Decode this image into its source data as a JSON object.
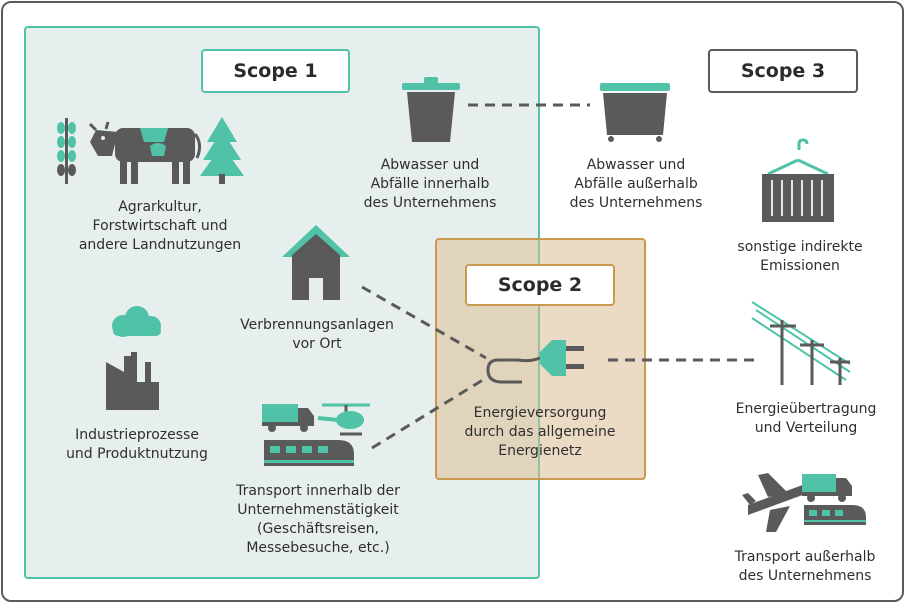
{
  "scopes": {
    "scope1": "Scope 1",
    "scope2": "Scope 2",
    "scope3": "Scope 3"
  },
  "items": {
    "agrar": "Agrarkultur,\nForstwirtschaft und\nandere Landnutzungen",
    "abwasser_innen": "Abwasser und\nAbfälle innerhalb\ndes Unternehmens",
    "abwasser_aussen": "Abwasser und\nAbfälle außerhalb\ndes Unternehmens",
    "sonstige": "sonstige indirekte\nEmissionen",
    "verbrennung": "Verbrennungsanlagen\nvor Ort",
    "industrie": "Industrieprozesse\nund Produktnutzung",
    "energieversorgung": "Energieversorgung\ndurch das allgemeine\nEnergienetz",
    "energieuebertragung": "Energieübertragung\nund Verteilung",
    "transport_innen": "Transport innerhalb der\nUnternehmenstätigkeit\n(Geschäftsreisen,\nMessebesuche, etc.)",
    "transport_aussen": "Transport außerhalb\ndes Unternehmens"
  },
  "colors": {
    "accent_teal": "#4fc2a7",
    "accent_tan": "#c99a4e",
    "icon_gray": "#5a5a5a",
    "scope1_bg": "#e6efed"
  },
  "icons": [
    "wheat-icon",
    "cow-icon",
    "tree-icon",
    "trash-bin-icon",
    "dumpster-icon",
    "container-icon",
    "house-icon",
    "factory-icon",
    "plug-icon",
    "power-lines-icon",
    "truck-icon",
    "helicopter-icon",
    "train-icon",
    "airplane-icon"
  ]
}
